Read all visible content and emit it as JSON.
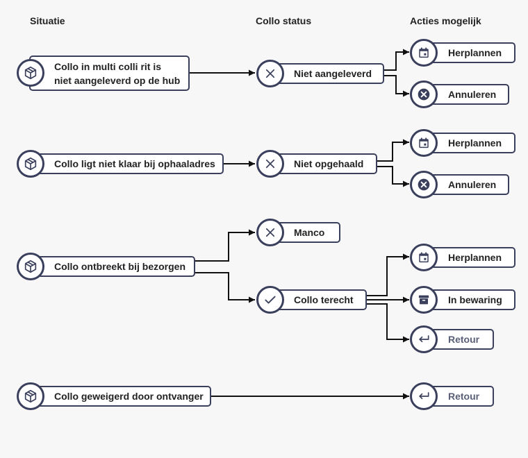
{
  "headers": {
    "situatie": "Situatie",
    "collo_status": "Collo status",
    "acties": "Acties mogelijk"
  },
  "rows": [
    {
      "situation": [
        "Collo in multi colli rit is",
        "niet aangeleverd op de hub"
      ],
      "status": "Niet aangeleverd",
      "actions": [
        "Herplannen",
        "Annuleren"
      ]
    },
    {
      "situation": "Collo ligt niet klaar bij ophaaladres",
      "status": "Niet opgehaald",
      "actions": [
        "Herplannen",
        "Annuleren"
      ]
    },
    {
      "situation": "Collo ontbreekt bij bezorgen",
      "statuses": [
        "Manco",
        "Collo terecht"
      ],
      "actions": [
        "Herplannen",
        "In bewaring",
        "Retour"
      ]
    },
    {
      "situation": "Collo geweigerd door ontvanger",
      "actions": [
        "Retour"
      ]
    }
  ],
  "icons": {
    "situation": "package-icon",
    "negative_status": "x-icon",
    "positive_status": "check-icon",
    "herplannen": "calendar-icon",
    "annuleren": "cancel-circle-icon",
    "in_bewaring": "archive-box-icon",
    "retour": "return-arrow-icon"
  },
  "colors": {
    "outline": "#3a3f5c",
    "background": "#f7f7f8",
    "muted_text": "#5a5f78"
  }
}
